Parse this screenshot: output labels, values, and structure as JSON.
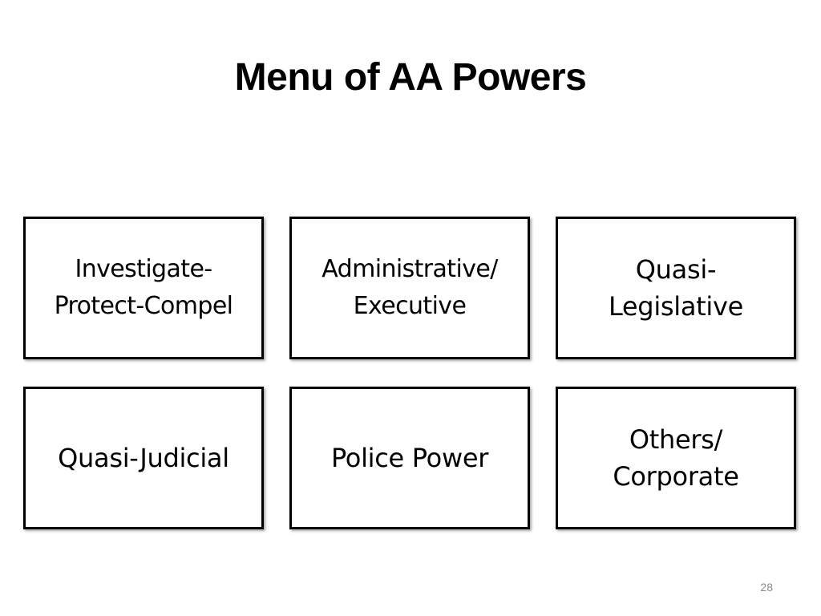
{
  "slide": {
    "title": "Menu of AA Powers",
    "page_number": "28",
    "cards": [
      {
        "label": "Investigate-\nProtect-Compel"
      },
      {
        "label": "Administrative/\nExecutive"
      },
      {
        "label": "Quasi-\nLegislative"
      },
      {
        "label": "Quasi-Judicial"
      },
      {
        "label": "Police Power"
      },
      {
        "label": "Others/\nCorporate"
      }
    ]
  }
}
